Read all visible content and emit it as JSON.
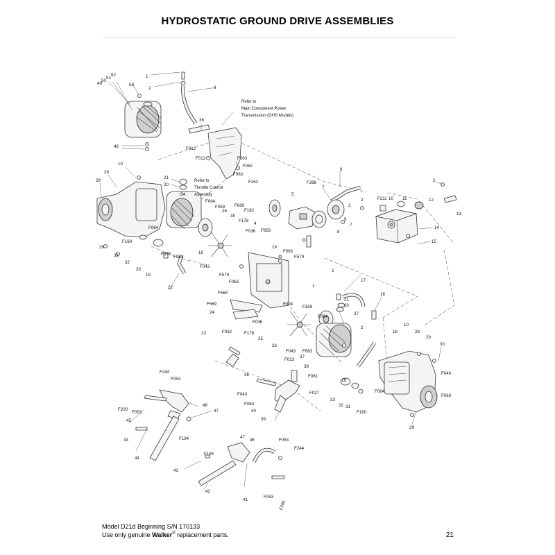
{
  "page": {
    "title": "HYDROSTATIC GROUND DRIVE ASSEMBLIES",
    "page_number": "21"
  },
  "footer": {
    "model_line": "Model D21d Beginning S/N 170133",
    "use_prefix": "Use only genuine ",
    "brand": "Walker",
    "registered": "®",
    "use_suffix": " replacement parts."
  },
  "notes": {
    "power_transmission": [
      "Refer to",
      "Main Component Power",
      "Transmission (GHS Models)"
    ],
    "throttle_control": [
      "Refer to",
      "Throttle Control",
      "Assembly"
    ]
  },
  "labels": {
    "c1": "1",
    "c2": "2",
    "c3": "3",
    "c36": "36",
    "c49": "49",
    "c50": "50",
    "c51": "51",
    "c52": "52",
    "c53": "53",
    "c48": "48",
    "cF012a": "F012",
    "cF012b": "F012",
    "cF063a": "F063",
    "cF262a": "F262",
    "cF063b": "F063",
    "cF262b": "F262",
    "c10a": "10",
    "c28a": "28",
    "c29a": "29",
    "c21a": "21",
    "c20a": "20",
    "c34": "34",
    "cF064a": "F064",
    "cF359a": "F359",
    "c26a": "26",
    "cF669": "F669",
    "cF182": "F182",
    "c35": "35",
    "cF178a": "F178",
    "cF036a": "F036",
    "c4": "4",
    "cF659": "F659",
    "c5": "5",
    "c7a": "7",
    "c6": "6",
    "cF398": "F398",
    "c2b": "2",
    "c9": "9",
    "c8": "8",
    "c2c": "2",
    "c7b": "7",
    "cF211": "F211",
    "c10b": "10",
    "c11": "11",
    "c12": "12",
    "c2d": "2",
    "c13": "13",
    "c14": "14",
    "c15": "15",
    "cF064b": "F064",
    "cF160a": "F160",
    "c31a": "31",
    "c29b": "29",
    "c32a": "32",
    "c33a": "33",
    "c19a": "19",
    "cF359b": "F359",
    "cF063c": "F063",
    "cF043a": "F043",
    "c22": "22",
    "c19b": "19",
    "c19c": "19",
    "cF063d": "F063",
    "cF579a": "F579",
    "cF579b": "F579",
    "cF063e": "F063",
    "c1b": "1",
    "c2e": "2",
    "c17": "17",
    "c21b": "21",
    "c20b": "20",
    "c16": "16",
    "cF569a": "F569",
    "cF569b": "F569",
    "c24": "24",
    "cF004": "F004",
    "cF359c": "F359",
    "cF064c": "F064",
    "c27": "27",
    "c2f": "2",
    "cF036b": "F036",
    "c23": "23",
    "cF032": "F032",
    "cF178b": "F178",
    "c25": "25",
    "c26b": "26",
    "c10c": "10",
    "c18": "18",
    "c28b": "28",
    "c29c": "29",
    "c30": "30",
    "cF043b": "F043",
    "cF063f": "F063",
    "cF023": "F023",
    "c37": "37",
    "c38": "38",
    "cF081": "F081",
    "cF040": "F040",
    "c36b": "36",
    "c19d": "19",
    "cF043c": "F043",
    "cF063g": "F063",
    "c40": "40",
    "c39": "39",
    "cF027": "F027",
    "c33b": "33",
    "c32b": "32",
    "c31b": "31",
    "cF160b": "F160",
    "cF064d": "F064",
    "cF063h": "F063",
    "c29d": "29",
    "cF244a": "F244",
    "cF053a": "F053",
    "cF200a": "F200",
    "cF053b": "F053",
    "c45": "45",
    "c46a": "46",
    "c47a": "47",
    "cF194a": "F194",
    "c43a": "43",
    "c44": "44",
    "c47b": "47",
    "c46b": "46",
    "cF053c": "F053",
    "cF244b": "F244",
    "cF194b": "F194",
    "c43b": "43",
    "c42": "42",
    "c41": "41",
    "cF053d": "F053",
    "cF200b": "F200"
  }
}
